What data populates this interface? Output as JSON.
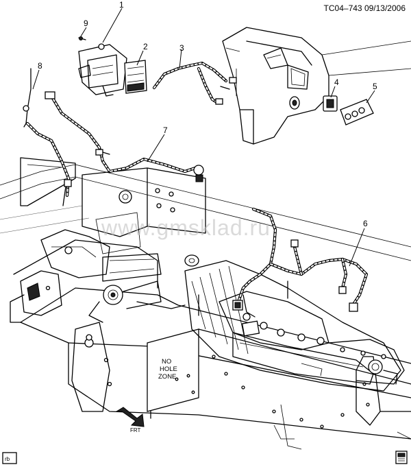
{
  "header": {
    "code": "TC04–743",
    "date": "09/13/2006"
  },
  "watermark": "www.gmsklad.ru",
  "frame_label": [
    "NO",
    "HOLE",
    "ZONE"
  ],
  "corner_tag": "rb",
  "arrow_label": "FRT",
  "callouts": [
    "1",
    "2",
    "3",
    "4",
    "5",
    "6",
    "7",
    "8",
    "9"
  ],
  "colors": {
    "line": "#000000",
    "background": "#ffffff",
    "watermark": "#bbbbbb"
  }
}
